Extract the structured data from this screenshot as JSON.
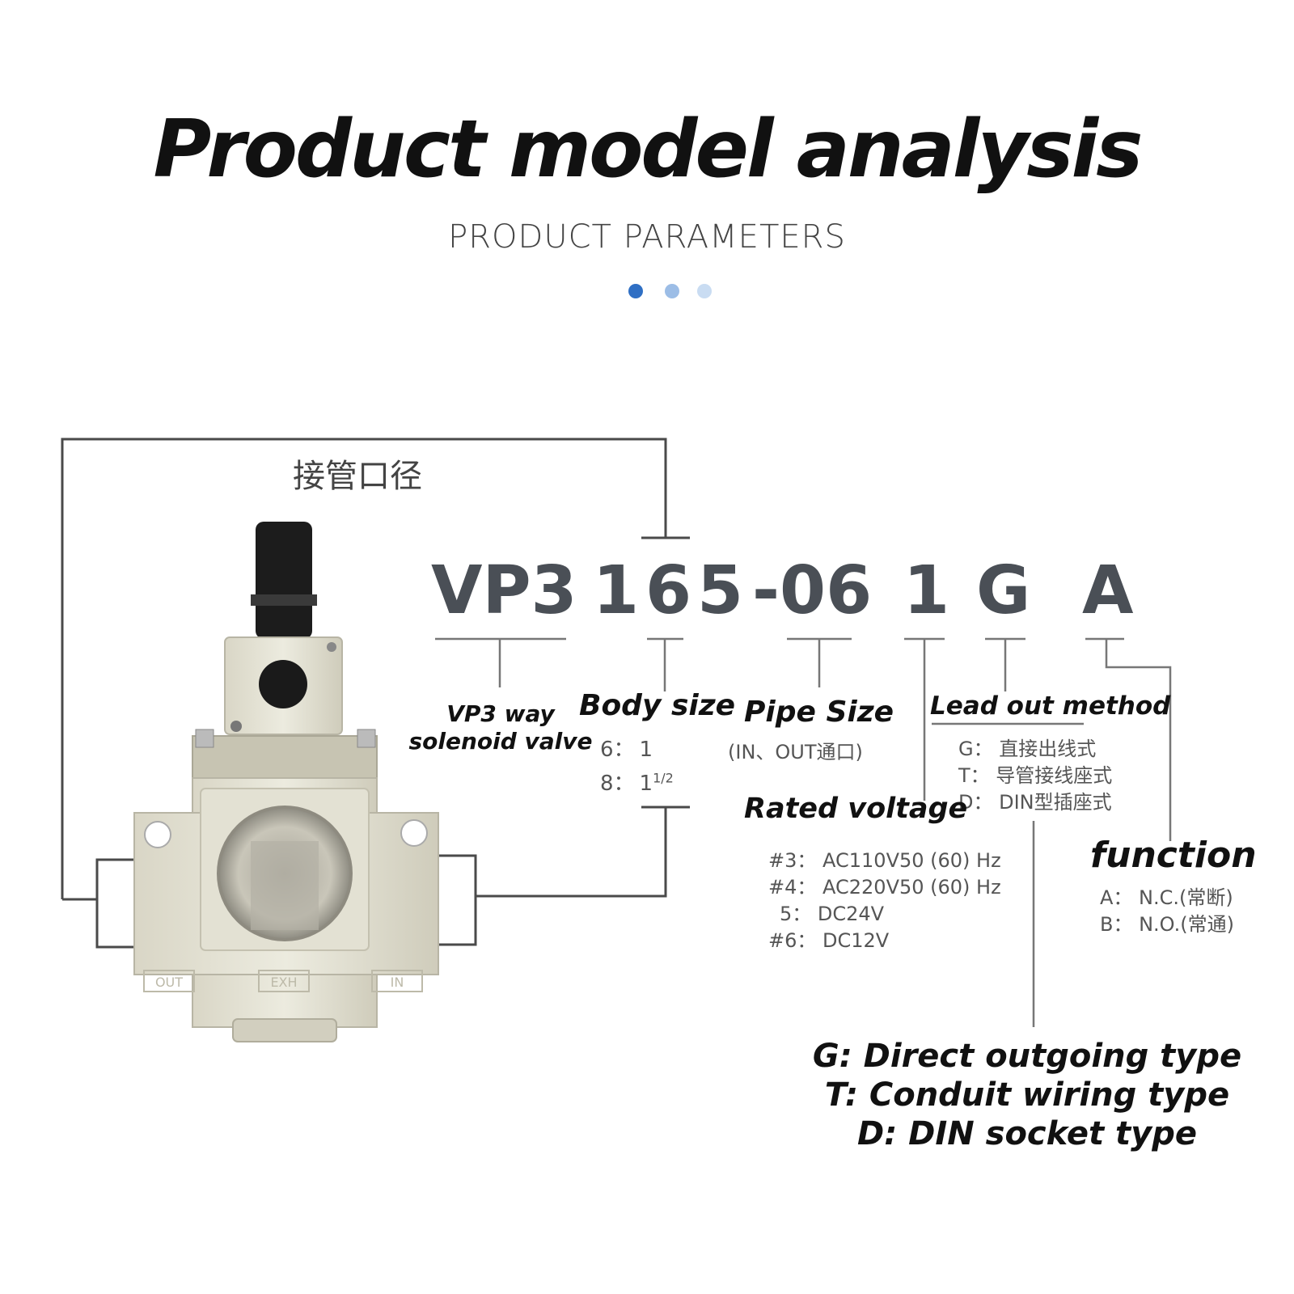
{
  "header": {
    "title": "Product model analysis",
    "subtitle": "PRODUCT PARAMETERS",
    "dot_colors": [
      "#2f6fc4",
      "#9cbde6",
      "#c9dcf2"
    ]
  },
  "pipe_bracket_label": "接管口径",
  "model_code": {
    "series": "VP3",
    "body_digit_1": "1",
    "body_digit_2": "6",
    "body_digit_3": "5",
    "pipe": "-06",
    "voltage": "1",
    "lead": "G",
    "function": "A"
  },
  "labels": {
    "series_line1": "VP3 way",
    "series_line2": "solenoid valve",
    "body_size": "Body size",
    "pipe_size": "Pipe Size",
    "pipe_note": "(IN、OUT通口)",
    "lead_out": "Lead out method",
    "rated_voltage": "Rated voltage",
    "function": "function"
  },
  "body_size_options": [
    {
      "code": "6：",
      "value": "1"
    },
    {
      "code": "8：",
      "value": "1",
      "sup": "1/2"
    }
  ],
  "lead_options": [
    "G：  直接出线式",
    "T：  导管接线座式",
    "D：  DIN型插座式"
  ],
  "voltage_options": [
    "#3：  AC110V50 (60) Hz",
    "#4：  AC220V50 (60) Hz",
    "5：  DC24V",
    "#6：  DC12V"
  ],
  "function_options": [
    "A：  N.C.(常断)",
    "B：  N.O.(常通)"
  ],
  "lead_explanations": [
    "G: Direct outgoing type",
    "T: Conduit wiring type",
    "D: DIN socket type"
  ],
  "valve_port_labels": [
    "OUT",
    "EXH",
    "IN"
  ]
}
